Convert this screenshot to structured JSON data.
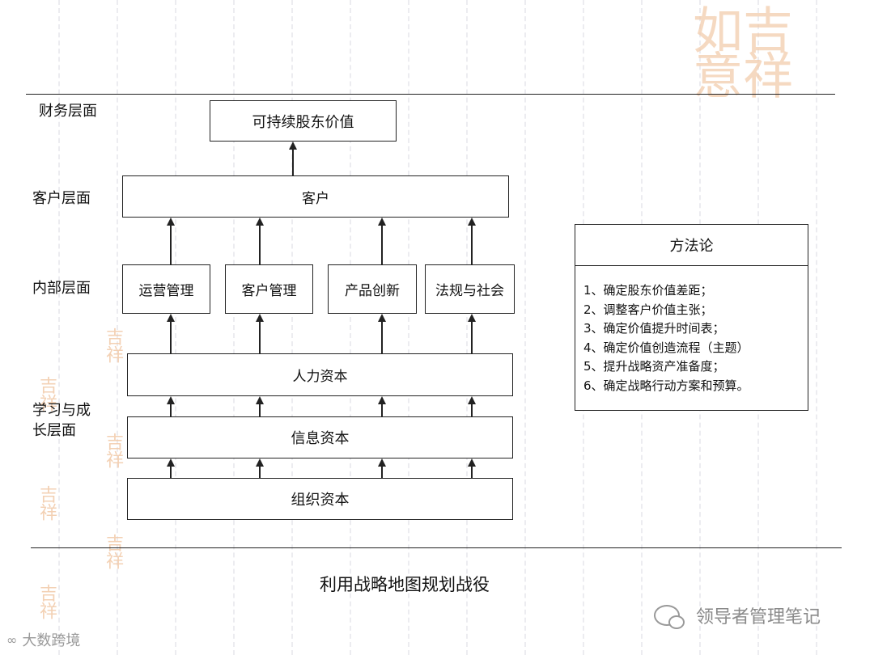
{
  "layers": {
    "financial": "财务层面",
    "customer": "客户层面",
    "internal": "内部层面",
    "learning": "学习与成\n长层面"
  },
  "boxes": {
    "shareholder_value": "可持续股东价值",
    "customer": "客户",
    "operations": "运营管理",
    "customer_management": "客户管理",
    "product_innovation": "产品创新",
    "regulatory_social": "法规与社会",
    "human_capital": "人力资本",
    "information_capital": "信息资本",
    "organization_capital": "组织资本"
  },
  "methodology": {
    "title": "方法论",
    "items": [
      "1、确定股东价值差距；",
      "2、调整客户价值主张；",
      "3、确定价值提升时间表；",
      "4、确定价值创造流程（主题）",
      "5、提升战略资产准备度；",
      "6、确定战略行动方案和预算。"
    ]
  },
  "caption": "利用战略地图规划战役",
  "watermarks": {
    "bottom_right": "领导者管理笔记",
    "bottom_left": "大数跨境",
    "seal_text": "吉祥如意"
  },
  "colors": {
    "line": "#222222",
    "seal": "#f2c9a8",
    "grid": "#ececf0"
  }
}
